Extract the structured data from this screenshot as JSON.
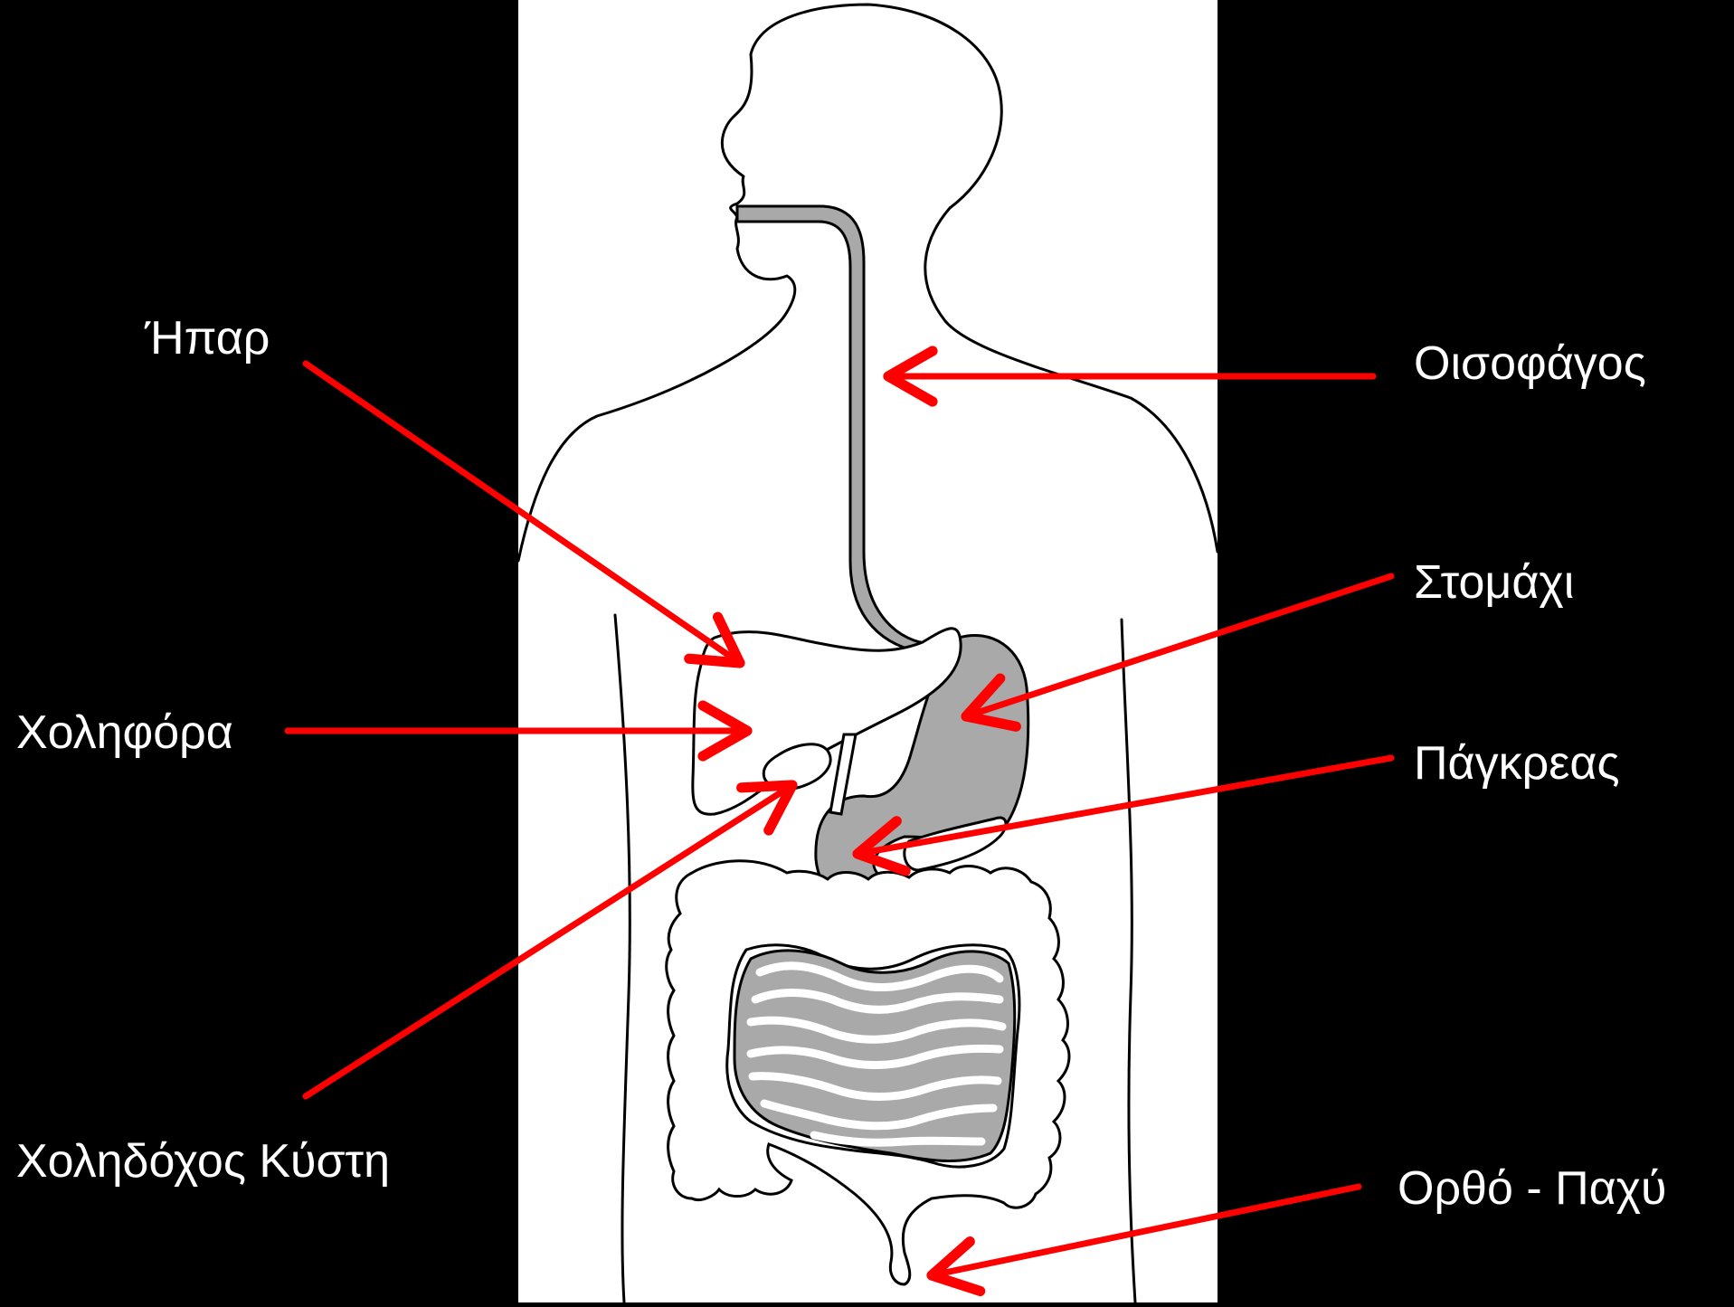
{
  "colors": {
    "background": "#000000",
    "panel": "#ffffff",
    "organ_fill": "#a9a9a9",
    "outline": "#000000",
    "arrow": "#ff0000",
    "label_text": "#ffffff"
  },
  "labels": {
    "liver": "Ήπαρ",
    "bile_ducts": "Χοληφόρα",
    "gallbladder": "Χοληδόχος Κύστη",
    "esophagus": "Οισοφάγος",
    "stomach": "Στομάχι",
    "pancreas": "Πάγκρεας",
    "rectum_colon": "Ορθό - Παχύ"
  }
}
